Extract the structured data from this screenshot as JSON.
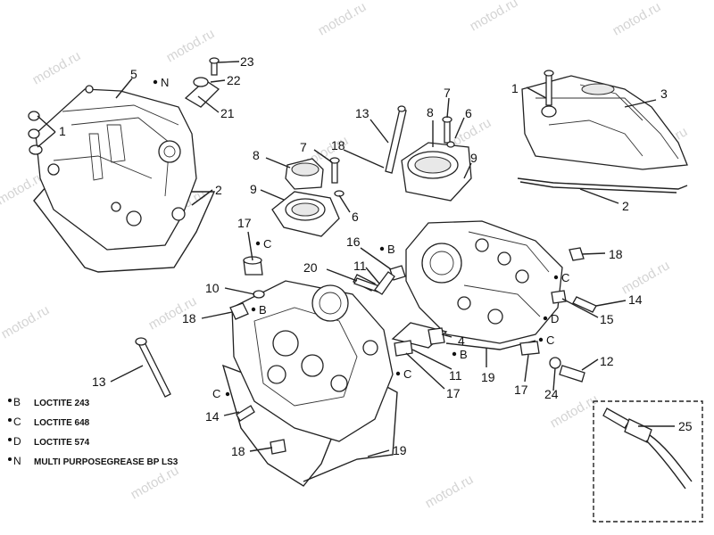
{
  "watermark": "motod.ru",
  "callouts": [
    {
      "id": "c1a",
      "text": "1"
    },
    {
      "id": "c5",
      "text": "5"
    },
    {
      "id": "c23",
      "text": "23"
    },
    {
      "id": "c22",
      "text": "22"
    },
    {
      "id": "c21",
      "text": "21"
    },
    {
      "id": "c2a",
      "text": "2"
    },
    {
      "id": "c13a",
      "text": "13"
    },
    {
      "id": "c18a",
      "text": "18"
    },
    {
      "id": "c7a",
      "text": "7"
    },
    {
      "id": "c8a",
      "text": "8"
    },
    {
      "id": "c9a",
      "text": "9"
    },
    {
      "id": "c6a",
      "text": "6"
    },
    {
      "id": "c7b",
      "text": "7"
    },
    {
      "id": "c8b",
      "text": "8"
    },
    {
      "id": "c6b",
      "text": "6"
    },
    {
      "id": "c9b",
      "text": "9"
    },
    {
      "id": "c1b",
      "text": "1"
    },
    {
      "id": "c3",
      "text": "3"
    },
    {
      "id": "c2b",
      "text": "2"
    },
    {
      "id": "c17a",
      "text": "17"
    },
    {
      "id": "c16",
      "text": "16"
    },
    {
      "id": "c20",
      "text": "20"
    },
    {
      "id": "c11a",
      "text": "11"
    },
    {
      "id": "c10",
      "text": "10"
    },
    {
      "id": "c18b",
      "text": "18"
    },
    {
      "id": "c18c",
      "text": "18"
    },
    {
      "id": "c14a",
      "text": "14"
    },
    {
      "id": "c15",
      "text": "15"
    },
    {
      "id": "c4",
      "text": "4"
    },
    {
      "id": "c11b",
      "text": "11"
    },
    {
      "id": "c17b",
      "text": "17"
    },
    {
      "id": "c19a",
      "text": "19"
    },
    {
      "id": "c17c",
      "text": "17"
    },
    {
      "id": "c12",
      "text": "12"
    },
    {
      "id": "c24",
      "text": "24"
    },
    {
      "id": "c13b",
      "text": "13"
    },
    {
      "id": "c14b",
      "text": "14"
    },
    {
      "id": "c18d",
      "text": "18"
    },
    {
      "id": "c19b",
      "text": "19"
    },
    {
      "id": "c25",
      "text": "25"
    }
  ],
  "codes": [
    {
      "id": "kN",
      "text": "N"
    },
    {
      "id": "kC1",
      "text": "C"
    },
    {
      "id": "kB1",
      "text": "B"
    },
    {
      "id": "kB2",
      "text": "B"
    },
    {
      "id": "kC2",
      "text": "C"
    },
    {
      "id": "kD",
      "text": "D"
    },
    {
      "id": "kC3",
      "text": "C"
    },
    {
      "id": "kB3",
      "text": "B"
    },
    {
      "id": "kC4",
      "text": "C"
    },
    {
      "id": "kC5",
      "text": "C"
    }
  ],
  "legend": [
    {
      "code": "B",
      "text": "LOCTITE 243"
    },
    {
      "code": "C",
      "text": "LOCTITE 648"
    },
    {
      "code": "D",
      "text": "LOCTITE 574"
    },
    {
      "code": "N",
      "text": "MULTI PURPOSEGREASE BP LS3"
    }
  ]
}
